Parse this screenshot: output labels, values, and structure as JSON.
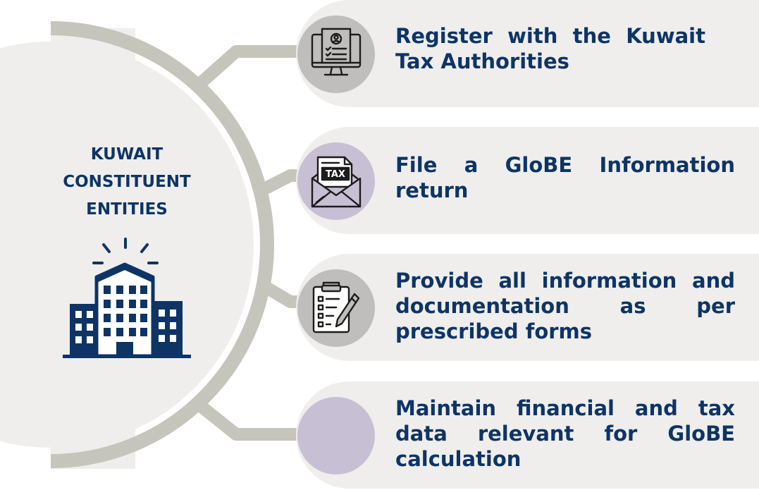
{
  "center": {
    "title_lines": [
      "KUWAIT",
      "CONSTITUENT",
      "ENTITIES"
    ],
    "icon": "office-building-icon"
  },
  "steps": [
    {
      "text": "Register with the Kuwait Tax Authorities",
      "icon": "computer-profile-checklist-icon",
      "circle_color": "#bfbebd"
    },
    {
      "text": "File a GloBE Information return",
      "icon": "tax-envelope-icon",
      "circle_color": "#c7c0d4",
      "icon_label": "TAX"
    },
    {
      "text": "Provide all information and documentation as per prescribed forms",
      "icon": "clipboard-checklist-pen-icon",
      "circle_color": "#bfbebd"
    },
    {
      "text": "Maintain financial and tax data relevant for GloBE calculation",
      "icon": "",
      "circle_color": "#c7c0d4"
    }
  ],
  "colors": {
    "text": "#0e3466",
    "connector": "#c5c5bb",
    "pill": "#efeeec",
    "center_disc": "#efeeec"
  }
}
